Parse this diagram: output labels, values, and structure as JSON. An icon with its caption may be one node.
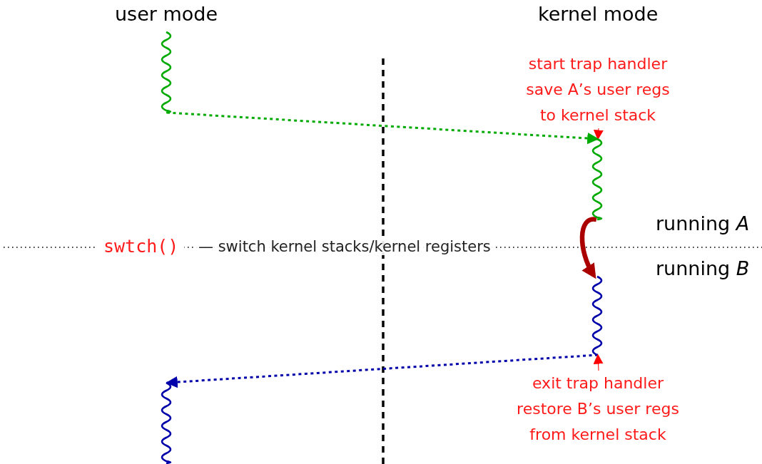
{
  "diagram": {
    "nodes": [
      {
        "text": [],
        "shape": "wave"
      },
      {
        "text": [],
        "shape": "wave"
      },
      {
        "text": [],
        "shape": "wave"
      },
      {
        "text": [],
        "shape": "wave"
      },
      {
        "text": [
          "start trap handler",
          "save A’s user regs",
          "to kernel stack"
        ]
      },
      {
        "text": [
          "exit trap handler",
          "restore B’s user regs",
          "from kernel stack"
        ]
      }
    ],
    "edges": [
      {
        "from": 0,
        "to": 1,
        "arrow": "to",
        "style": "dashed",
        "color": "#00aa00"
      },
      {
        "from": 1,
        "to": 2,
        "arrow": "to",
        "style": "thick",
        "color": "#aa0000"
      },
      {
        "from": 2,
        "to": 3,
        "arrow": "to",
        "style": "dashed",
        "color": "#0000aa"
      },
      {
        "from": 4,
        "to": 1,
        "arrow": "to",
        "color": "#ff0000"
      },
      {
        "from": 5,
        "to": 2,
        "arrow": "to",
        "color": "#ff0000"
      }
    ],
    "labels": [
      "user mode",
      "kernel mode",
      "running *A*",
      "swtch()",
      "— switch kernel stacks/kernel registers",
      "running *B*"
    ]
  }
}
